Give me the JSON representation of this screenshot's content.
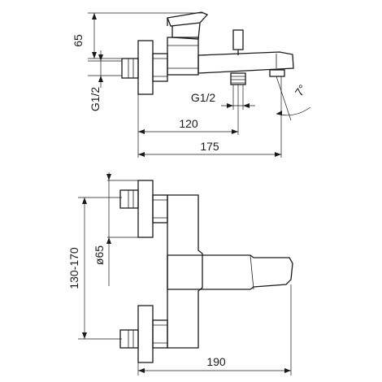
{
  "side_view": {
    "dim_height": "65",
    "dim_thread_inlet": "G1/2",
    "dim_thread_outlet": "G1/2",
    "dim_outlet_center": "120",
    "dim_total_depth": "175",
    "dim_spout_angle": "7°"
  },
  "front_view": {
    "dim_spacing": "130-170",
    "dim_flange": "ø65",
    "dim_total_width": "190"
  }
}
